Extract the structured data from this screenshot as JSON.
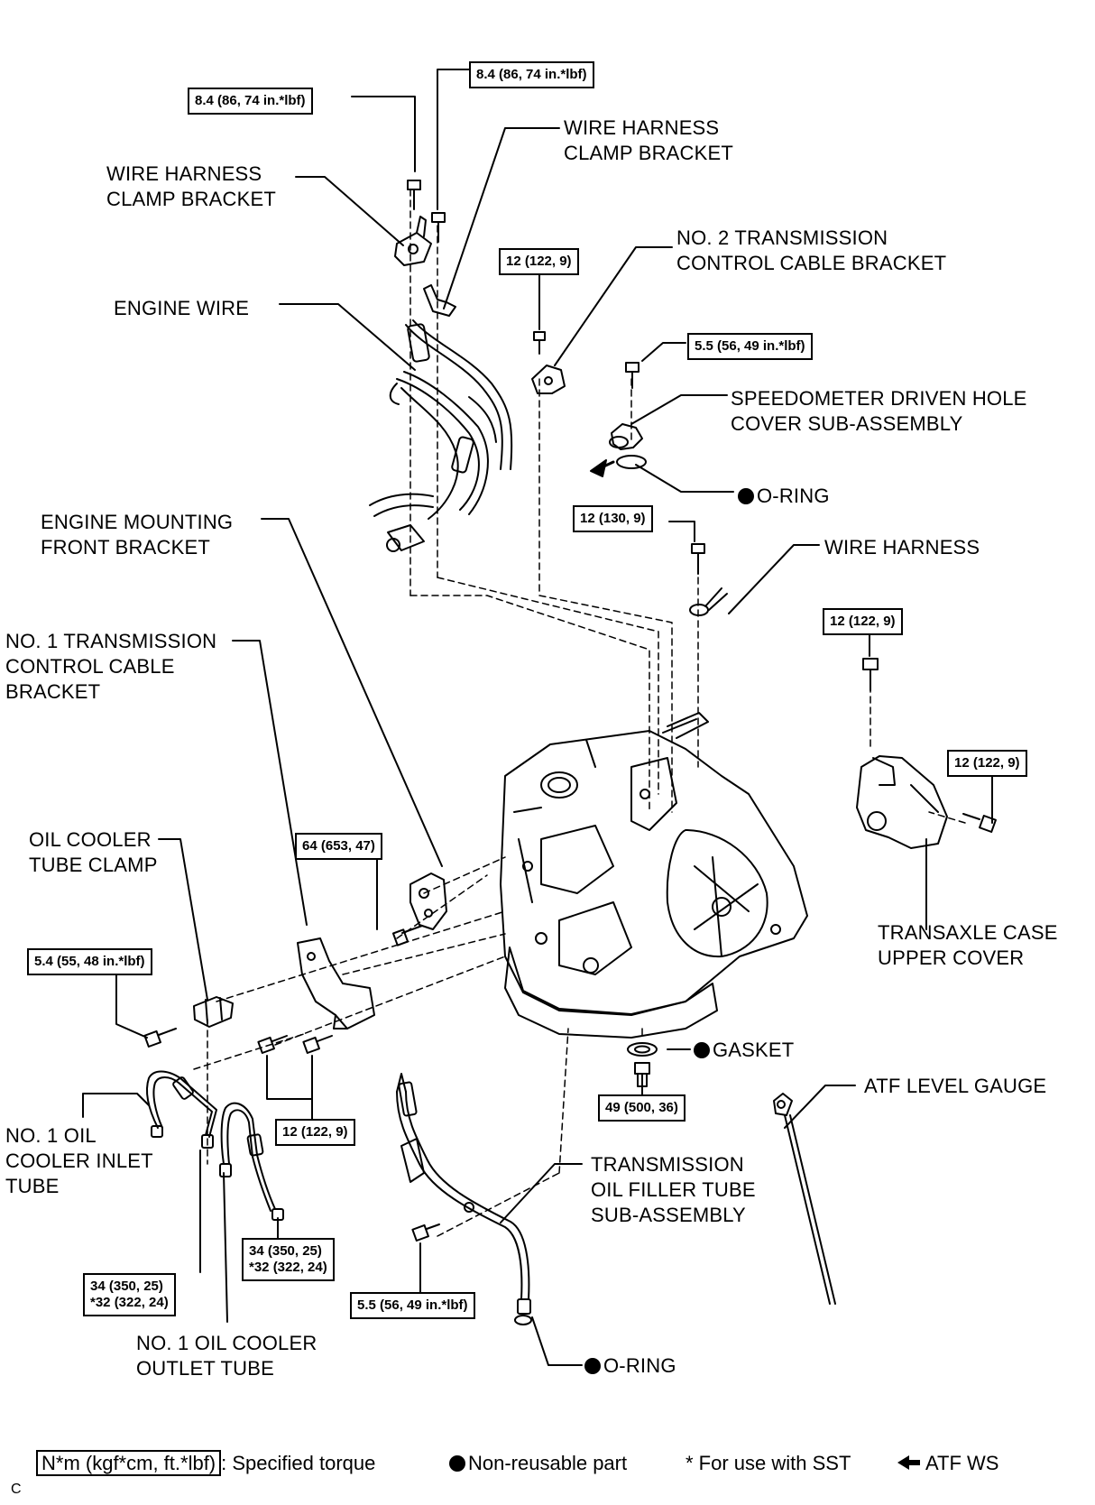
{
  "labels": {
    "wire_harness_clamp_bracket_left": "WIRE HARNESS\nCLAMP BRACKET",
    "wire_harness_clamp_bracket_right": "WIRE HARNESS\nCLAMP BRACKET",
    "no2_transmission_control_cable_bracket": "NO. 2 TRANSMISSION\nCONTROL CABLE BRACKET",
    "engine_wire": "ENGINE WIRE",
    "speedometer_driven_hole_cover": "SPEEDOMETER DRIVEN HOLE\nCOVER SUB-ASSEMBLY",
    "o_ring_top": "O-RING",
    "engine_mounting_front_bracket": "ENGINE MOUNTING\nFRONT BRACKET",
    "wire_harness": "WIRE HARNESS",
    "no1_transmission_control_cable_bracket": "NO. 1 TRANSMISSION\nCONTROL CABLE\nBRACKET",
    "oil_cooler_tube_clamp": "OIL COOLER\nTUBE CLAMP",
    "transaxle_case_upper_cover": "TRANSAXLE CASE\nUPPER COVER",
    "gasket": "GASKET",
    "atf_level_gauge": "ATF LEVEL GAUGE",
    "no1_oil_cooler_inlet_tube": "NO. 1 OIL\nCOOLER INLET\nTUBE",
    "transmission_oil_filler_tube": "TRANSMISSION\nOIL FILLER TUBE\nSUB-ASSEMBLY",
    "no1_oil_cooler_outlet_tube": "NO. 1 OIL COOLER\nOUTLET TUBE",
    "o_ring_bottom": "O-RING"
  },
  "torques": {
    "t_top_left": "8.4 (86, 74 in.*lbf)",
    "t_top_right": "8.4 (86, 74 in.*lbf)",
    "t_no2_bracket": "12 (122, 9)",
    "t_speedo": "5.5 (56, 49 in.*lbf)",
    "t_wire_harness": "12 (130, 9)",
    "t_upper_cover_top": "12 (122, 9)",
    "t_upper_cover_side": "12 (122, 9)",
    "t_mount_bracket": "64 (653, 47)",
    "t_clamp": "5.4 (55, 48 in.*lbf)",
    "t_drain": "49 (500, 36)",
    "t_no1_bracket": "12 (122, 9)",
    "t_outlet": "34 (350, 25)\n*32 (322, 24)",
    "t_inlet": "34 (350, 25)\n*32 (322, 24)",
    "t_filler": "5.5 (56, 49 in.*lbf)"
  },
  "legend": {
    "torque_box": "N*m (kgf*cm, ft.*lbf)",
    "torque_desc": ": Specified torque",
    "nonreusable": "Non-reusable part",
    "sst": "* For use with SST",
    "atf": "ATF WS"
  },
  "footer_code": "C"
}
